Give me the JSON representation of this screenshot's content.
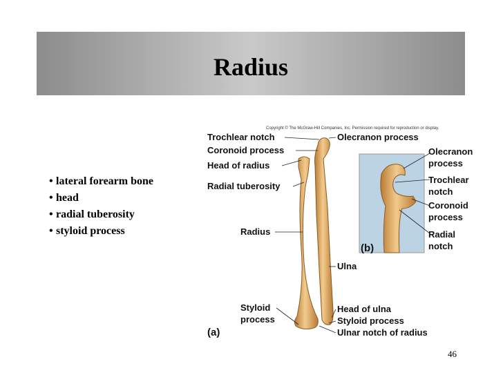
{
  "slide": {
    "title": "Radius",
    "bullets": [
      "lateral forearm bone",
      "head",
      "radial tuberosity",
      "styloid process"
    ],
    "page_number": "46"
  },
  "figure": {
    "copyright": "Copyright © The McGraw-Hill Companies, Inc. Permission required for reproduction or display.",
    "labels_left": {
      "trochlear_notch": "Trochlear notch",
      "coronoid_process": "Coronoid process",
      "head_of_radius": "Head of radius",
      "radial_tuberosity": "Radial tuberosity",
      "radius": "Radius",
      "styloid_1": "Styloid",
      "styloid_2": "process"
    },
    "labels_right": {
      "olecranon_process": "Olecranon process",
      "ulna": "Ulna",
      "head_of_ulna": "Head of ulna",
      "styloid_process": "Styloid process",
      "ulnar_notch": "Ulnar notch of radius"
    },
    "inset_labels": {
      "olecranon_1": "Olecranon",
      "olecranon_2": "process",
      "trochlear_1": "Trochlear",
      "trochlear_2": "notch",
      "coronoid_1": "Coronoid",
      "coronoid_2": "process",
      "radial_1": "Radial",
      "radial_2": "notch"
    },
    "panel_a": "(a)",
    "panel_b": "(b)",
    "colors": {
      "bone": "#e3b06c",
      "bone_shade": "#b97a35",
      "inset_bg": "#bcd3e4"
    }
  }
}
